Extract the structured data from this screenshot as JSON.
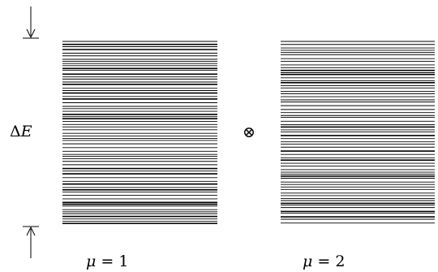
{
  "diagram": {
    "energy_label_symbol": "Δ",
    "energy_label_var": "E",
    "tensor_symbol": "⊗",
    "panels": [
      {
        "label_var": "μ",
        "label_eq": " = 1"
      },
      {
        "label_var": "μ",
        "label_eq": " = 2"
      }
    ],
    "colors": {
      "lines": "#000000",
      "background": "#ffffff"
    }
  }
}
